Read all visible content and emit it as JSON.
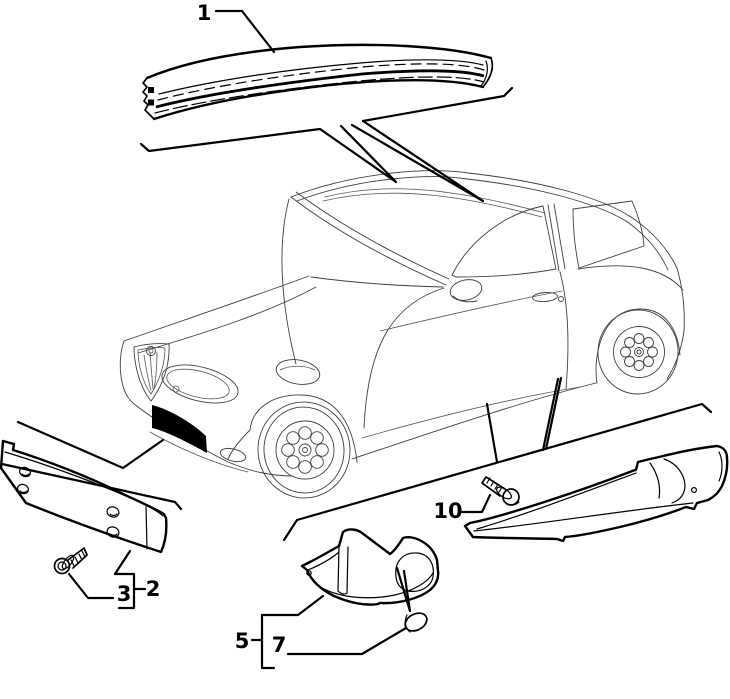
{
  "diagram": {
    "background_color": "#ffffff",
    "line_color": "#000000",
    "callouts": [
      {
        "label": "1"
      },
      {
        "label": "2"
      },
      {
        "label": "3"
      },
      {
        "label": "5"
      },
      {
        "label": "7"
      },
      {
        "label": "10"
      }
    ]
  }
}
